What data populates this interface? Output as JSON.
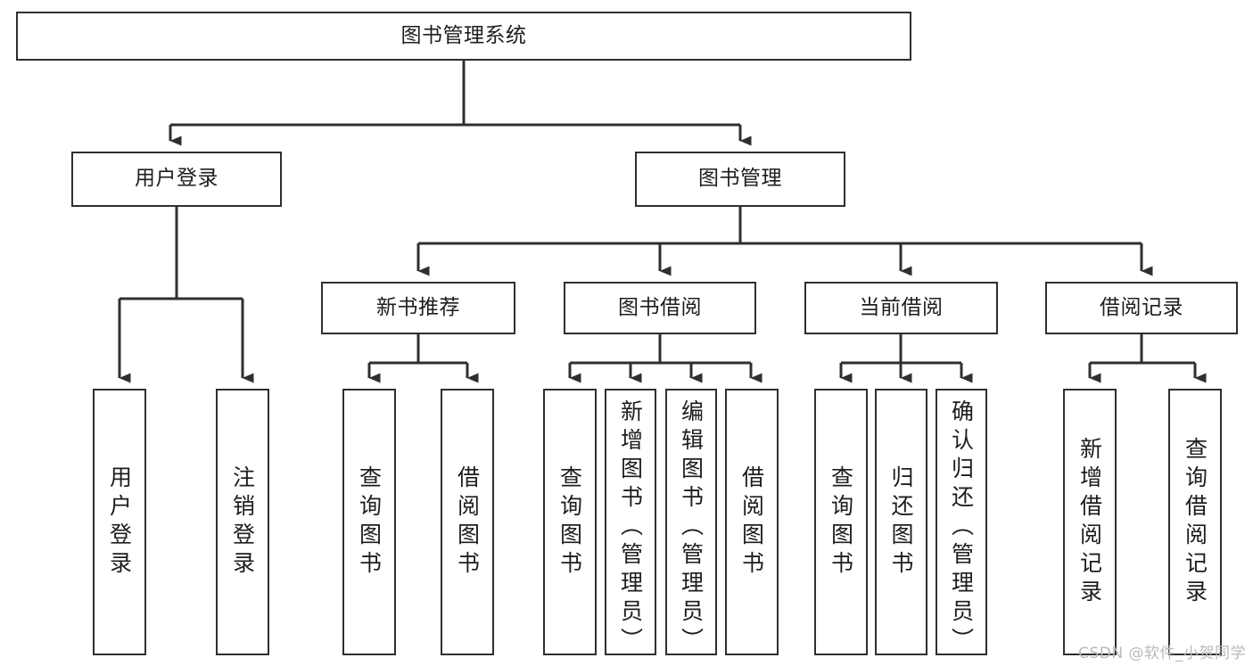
{
  "diagram": {
    "title": "图书管理系统",
    "type": "tree",
    "line_color": "#2f2f2f",
    "box_fill": "#ffffff",
    "text_color": "#1d1d1d",
    "watermark": "CSDN @软件_小贺同学"
  },
  "nodes": {
    "root": {
      "label": "图书管理系统"
    },
    "level2": [
      {
        "id": "user-login",
        "label": "用户登录"
      },
      {
        "id": "book-manage",
        "label": "图书管理"
      }
    ],
    "level3": [
      {
        "id": "new-book-rec",
        "label": "新书推荐"
      },
      {
        "id": "book-borrow",
        "label": "图书借阅"
      },
      {
        "id": "current-borrow",
        "label": "当前借阅"
      },
      {
        "id": "borrow-record",
        "label": "借阅记录"
      }
    ],
    "leaves": {
      "user-login": [
        {
          "id": "leaf-user-login",
          "label": "用户登录"
        },
        {
          "id": "leaf-logout",
          "label": "注销登录"
        }
      ],
      "new-book-rec": [
        {
          "id": "leaf-query-book-1",
          "label": "查询图书"
        },
        {
          "id": "leaf-borrow-book-1",
          "label": "借阅图书"
        }
      ],
      "book-borrow": [
        {
          "id": "leaf-query-book-2",
          "label": "查询图书"
        },
        {
          "id": "leaf-add-book",
          "label": "新增图书（管理员）"
        },
        {
          "id": "leaf-edit-book",
          "label": "编辑图书（管理员）"
        },
        {
          "id": "leaf-borrow-book-2",
          "label": "借阅图书"
        }
      ],
      "current-borrow": [
        {
          "id": "leaf-query-book-3",
          "label": "查询图书"
        },
        {
          "id": "leaf-return-book",
          "label": "归还图书"
        },
        {
          "id": "leaf-confirm-return",
          "label": "确认归还（管理员）"
        }
      ],
      "borrow-record": [
        {
          "id": "leaf-add-record",
          "label": "新增借阅记录"
        },
        {
          "id": "leaf-query-record",
          "label": "查询借阅记录"
        }
      ]
    }
  }
}
